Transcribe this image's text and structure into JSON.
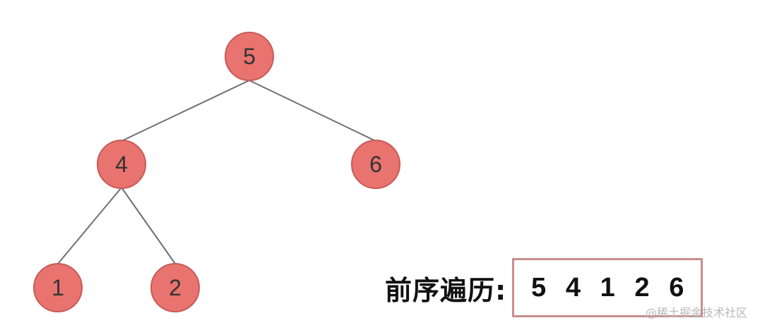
{
  "tree": {
    "nodes": [
      {
        "id": "5",
        "label": "5"
      },
      {
        "id": "4",
        "label": "4"
      },
      {
        "id": "6",
        "label": "6"
      },
      {
        "id": "1",
        "label": "1"
      },
      {
        "id": "2",
        "label": "2"
      }
    ],
    "edges": [
      {
        "from": "5",
        "to": "4"
      },
      {
        "from": "5",
        "to": "6"
      },
      {
        "from": "4",
        "to": "1"
      },
      {
        "from": "4",
        "to": "2"
      }
    ],
    "colors": {
      "node_fill": "#e8736f",
      "node_stroke": "#c85a57",
      "edge": "#6f6f6f"
    }
  },
  "traversal": {
    "label": "前序遍历:",
    "sequence": [
      "5",
      "4",
      "1",
      "2",
      "6"
    ],
    "box_color": "#c98d8d"
  },
  "watermark": "@稀土掘金技术社区"
}
